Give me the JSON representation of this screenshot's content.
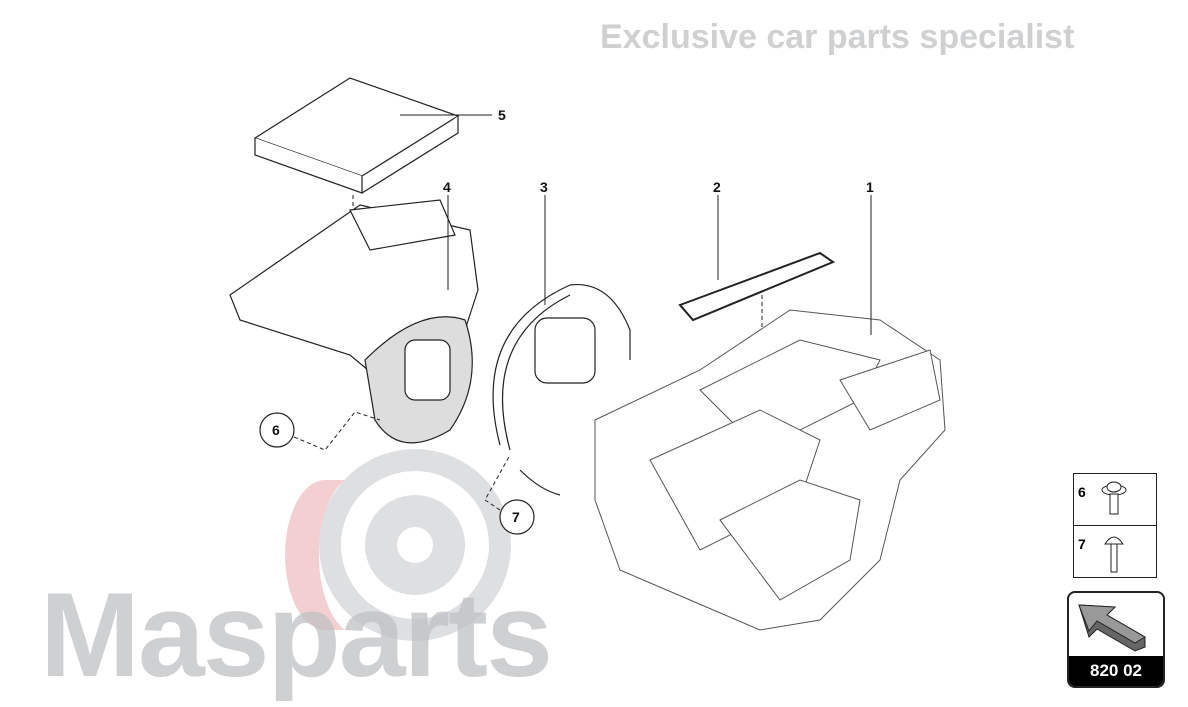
{
  "watermark": {
    "brand": "Masparts",
    "tagline": "Exclusive car parts specialist"
  },
  "callouts": [
    "1",
    "2",
    "3",
    "4",
    "5",
    "6",
    "7"
  ],
  "legend": [
    {
      "number": "6",
      "icon": "flange-screw-icon"
    },
    {
      "number": "7",
      "icon": "pan-head-screw-icon"
    }
  ],
  "navigation": {
    "code": "820 02",
    "icon": "arrow-up-left-icon"
  },
  "colors": {
    "watermark": "#bfc1c4",
    "watermark_accent": "#e8a0a4",
    "line": "#222222"
  }
}
